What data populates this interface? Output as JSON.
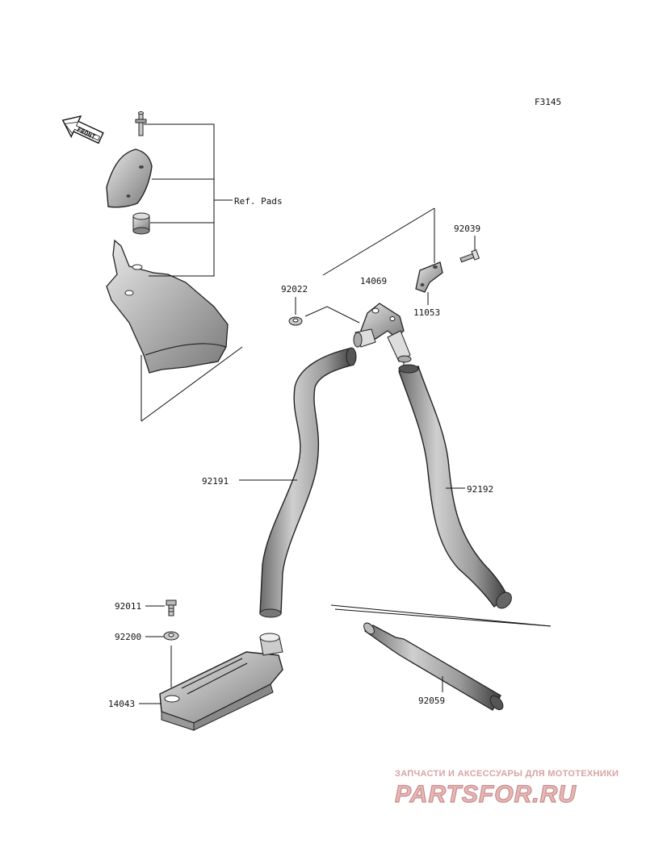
{
  "diagram_code": "F3145",
  "front_label": "FRONT",
  "ref_label": "Ref. Pads",
  "parts": {
    "p92039": "92039",
    "p92022": "92022",
    "p14069": "14069",
    "p11053": "11053",
    "p92191": "92191",
    "p92192": "92192",
    "p92011": "92011",
    "p92200": "92200",
    "p14043": "14043",
    "p92059": "92059"
  },
  "watermark": {
    "tagline": "ЗАПЧАСТИ И АКСЕССУАРЫ ДЛЯ МОТОТЕХНИКИ",
    "logo": "PARTSFOR.RU",
    "color": "#d9a3a3"
  }
}
